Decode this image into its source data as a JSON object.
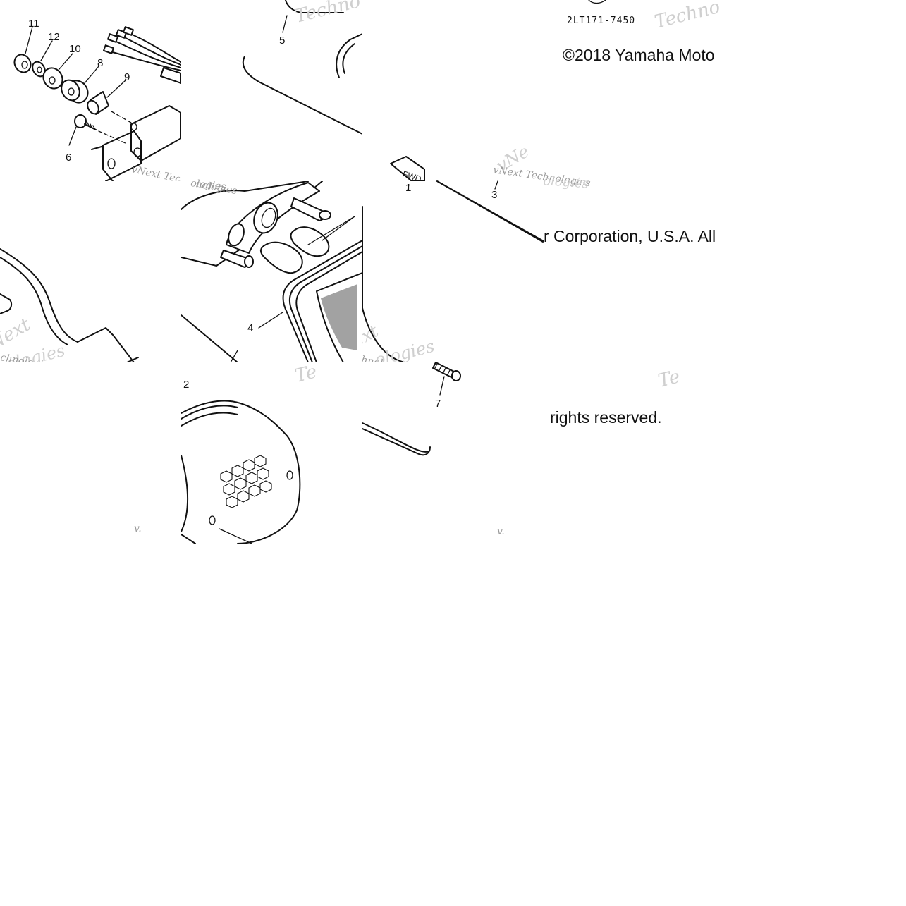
{
  "callouts": [
    "11",
    "12",
    "10",
    "8",
    "9",
    "6",
    "5",
    "4",
    "2",
    "1",
    "3",
    "7"
  ],
  "fwd_label": "FWD",
  "part_number": "2LT171-7450",
  "copyright": {
    "line1": "©2018 Yamaha Moto",
    "line2": "r Corporation, U.S.A. All",
    "line3": "rights reserved."
  },
  "watermark": {
    "word1": "vNext Technologies",
    "frag_techno": "Techno",
    "frag_te": "Te",
    "frag_v": "v.",
    "frag_next": "Next",
    "frag_chnologies": "chnologies",
    "frag_nologies": "nologies",
    "frag_ologies": "ologies",
    "frag_vne": "vNe",
    "frag_ext": "ext"
  }
}
